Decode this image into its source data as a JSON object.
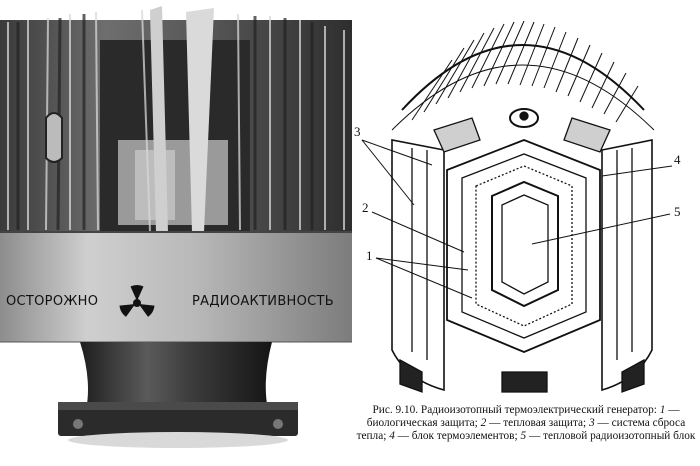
{
  "photo": {
    "banner_left": "ОСТОРОЖНО",
    "banner_right": "РАДИОАКТИВНОСТЬ"
  },
  "callouts": [
    {
      "id": "c3",
      "text": "3"
    },
    {
      "id": "c4",
      "text": "4"
    },
    {
      "id": "c2",
      "text": "2"
    },
    {
      "id": "c5",
      "text": "5"
    },
    {
      "id": "c1",
      "text": "1"
    }
  ],
  "caption": {
    "label": "Рис. 9.10.",
    "title": "Радиоизотопный термоэлектрический генератор:",
    "legend": [
      {
        "n": "1",
        "text": "биологическая защита;"
      },
      {
        "n": "2",
        "text": "тепловая защита;"
      },
      {
        "n": "3",
        "text": "система сброса тепла;"
      },
      {
        "n": "4",
        "text": "блок термоэлементов;"
      },
      {
        "n": "5",
        "text": "тепловой радиоизотопный блок"
      }
    ]
  }
}
